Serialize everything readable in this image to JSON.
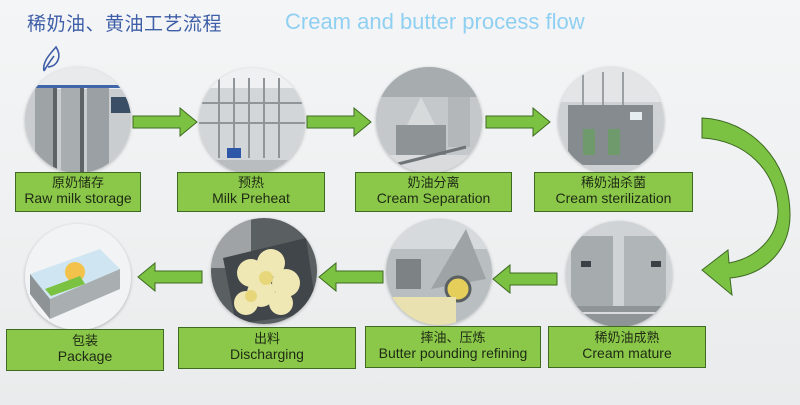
{
  "header": {
    "title_cn": "稀奶油、黄油工艺流程",
    "title_en": "Cream and butter process flow",
    "logo_icon": "leaf-outline-icon"
  },
  "colors": {
    "label_fill": "#8bc84a",
    "label_border": "#3e6a22",
    "arrow_fill": "#7cc242",
    "title_cn": "#3e5ea8",
    "title_en": "#8fd0f2"
  },
  "steps": [
    {
      "order": 1,
      "cn": "原奶储存",
      "en": "Raw milk storage",
      "image": "milk storage silos"
    },
    {
      "order": 2,
      "cn": "预热",
      "en": "Milk Preheat",
      "image": "preheating piping plant"
    },
    {
      "order": 3,
      "cn": "奶油分离",
      "en": "Cream Separation",
      "image": "cream separator"
    },
    {
      "order": 4,
      "cn": "稀奶油杀菌",
      "en": "Cream sterilization",
      "image": "sterilization unit"
    },
    {
      "order": 5,
      "cn": "稀奶油成熟",
      "en": "Cream mature",
      "image": "maturing tanks"
    },
    {
      "order": 6,
      "cn": "摔油、压炼",
      "en": "Butter pounding refining",
      "image": "butter churn"
    },
    {
      "order": 7,
      "cn": "出料",
      "en": "Discharging",
      "image": "butter in tray"
    },
    {
      "order": 8,
      "cn": "包装",
      "en": "Package",
      "image": "butter package box"
    }
  ],
  "flow": {
    "row1_direction": "left-to-right",
    "connector": "curved arrow down on right",
    "row2_direction": "right-to-left"
  }
}
